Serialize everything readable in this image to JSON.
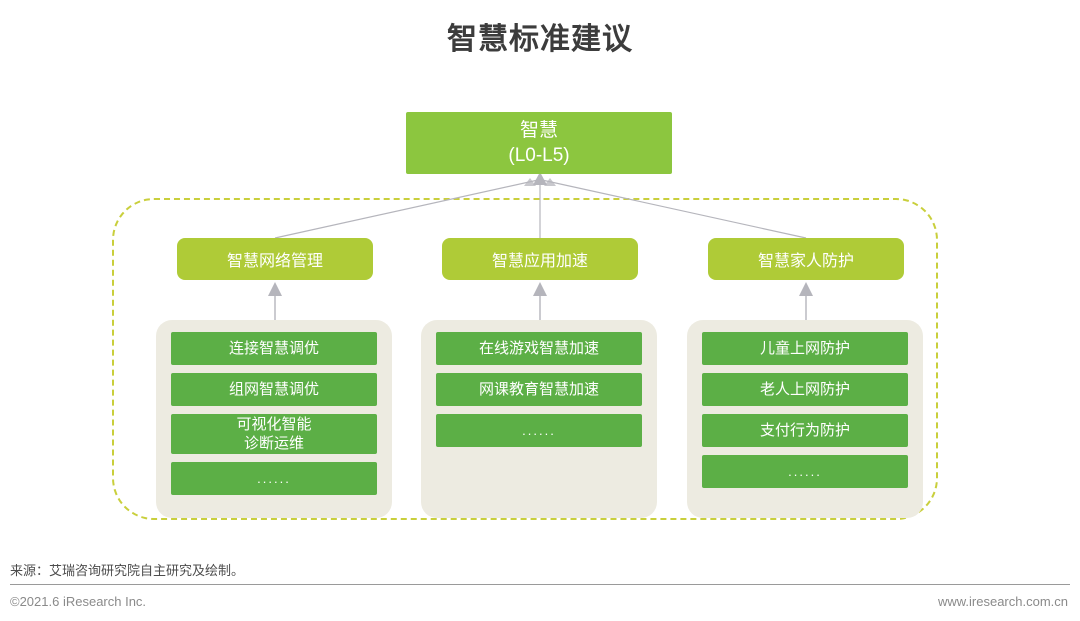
{
  "page": {
    "title": "智慧标准建议"
  },
  "diagram": {
    "root": {
      "line1": "智慧",
      "line2": "(L0-L5)"
    },
    "categories": [
      {
        "label": "智慧网络管理",
        "items": [
          {
            "line1": "连接智慧调优",
            "line2": ""
          },
          {
            "line1": "组网智慧调优",
            "line2": ""
          },
          {
            "line1": "可视化智能",
            "line2": "诊断运维"
          },
          {
            "line1": "......",
            "line2": ""
          }
        ]
      },
      {
        "label": "智慧应用加速",
        "items": [
          {
            "line1": "在线游戏智慧加速",
            "line2": ""
          },
          {
            "line1": "网课教育智慧加速",
            "line2": ""
          },
          {
            "line1": "......",
            "line2": ""
          }
        ]
      },
      {
        "label": "智慧家人防护",
        "items": [
          {
            "line1": "儿童上网防护",
            "line2": ""
          },
          {
            "line1": "老人上网防护",
            "line2": ""
          },
          {
            "line1": "支付行为防护",
            "line2": ""
          },
          {
            "line1": "......",
            "line2": ""
          }
        ]
      }
    ]
  },
  "footer": {
    "source": "来源：艾瑞咨询研究院自主研究及绘制。",
    "copyright": "©2021.6 iResearch Inc.",
    "website": "www.iresearch.com.cn"
  },
  "colors": {
    "root_green": "#8CC63F",
    "category_green": "#AFCB37",
    "leaf_green": "#5CAF46",
    "panel_bg": "#EDEBE1",
    "dashed_border": "#C9CF3C",
    "connector_gray": "#B5B5BC",
    "title_text": "#3C3C3C"
  }
}
